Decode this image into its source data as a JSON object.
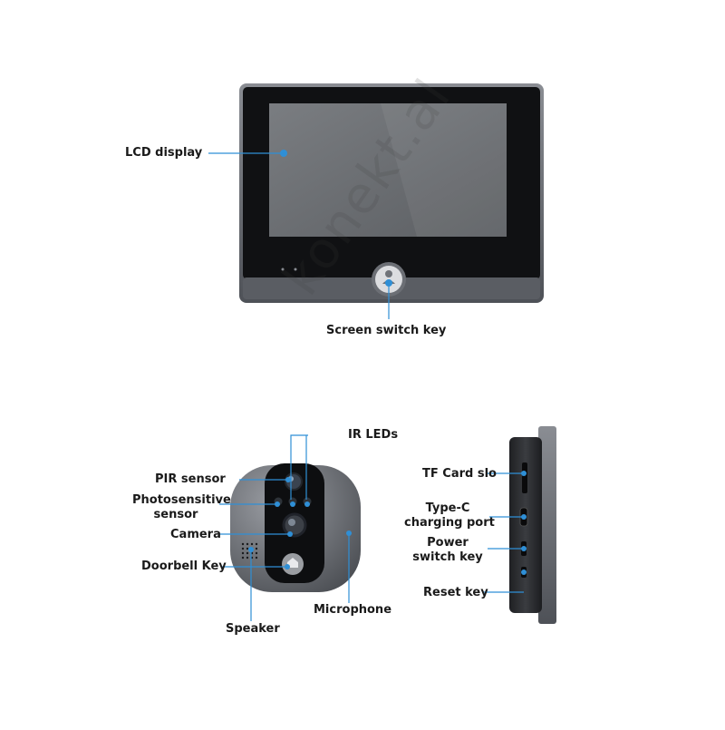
{
  "labels": {
    "lcd_display": "LCD display",
    "screen_switch_key": "Screen switch key",
    "ir_leds": "IR LEDs",
    "pir_sensor": "PIR sensor",
    "photosensitive_sensor_line1": "Photosensitive",
    "photosensitive_sensor_line2": "sensor",
    "camera": "Camera",
    "doorbell_key": "Doorbell Key",
    "speaker": "Speaker",
    "microphone": "Microphone",
    "tf_card_slot": "TF Card slo",
    "type_c_line1": "Type-C",
    "type_c_line2": "charging port",
    "power_switch_line1": "Power",
    "power_switch_line2": "switch key",
    "reset_key": "Reset key"
  },
  "watermark": "konekt.al",
  "colors": {
    "accent": "#2f8fd6",
    "device_frame": "#5c6068",
    "screen": "#6b6e72",
    "label_text": "#1a1a1a"
  }
}
